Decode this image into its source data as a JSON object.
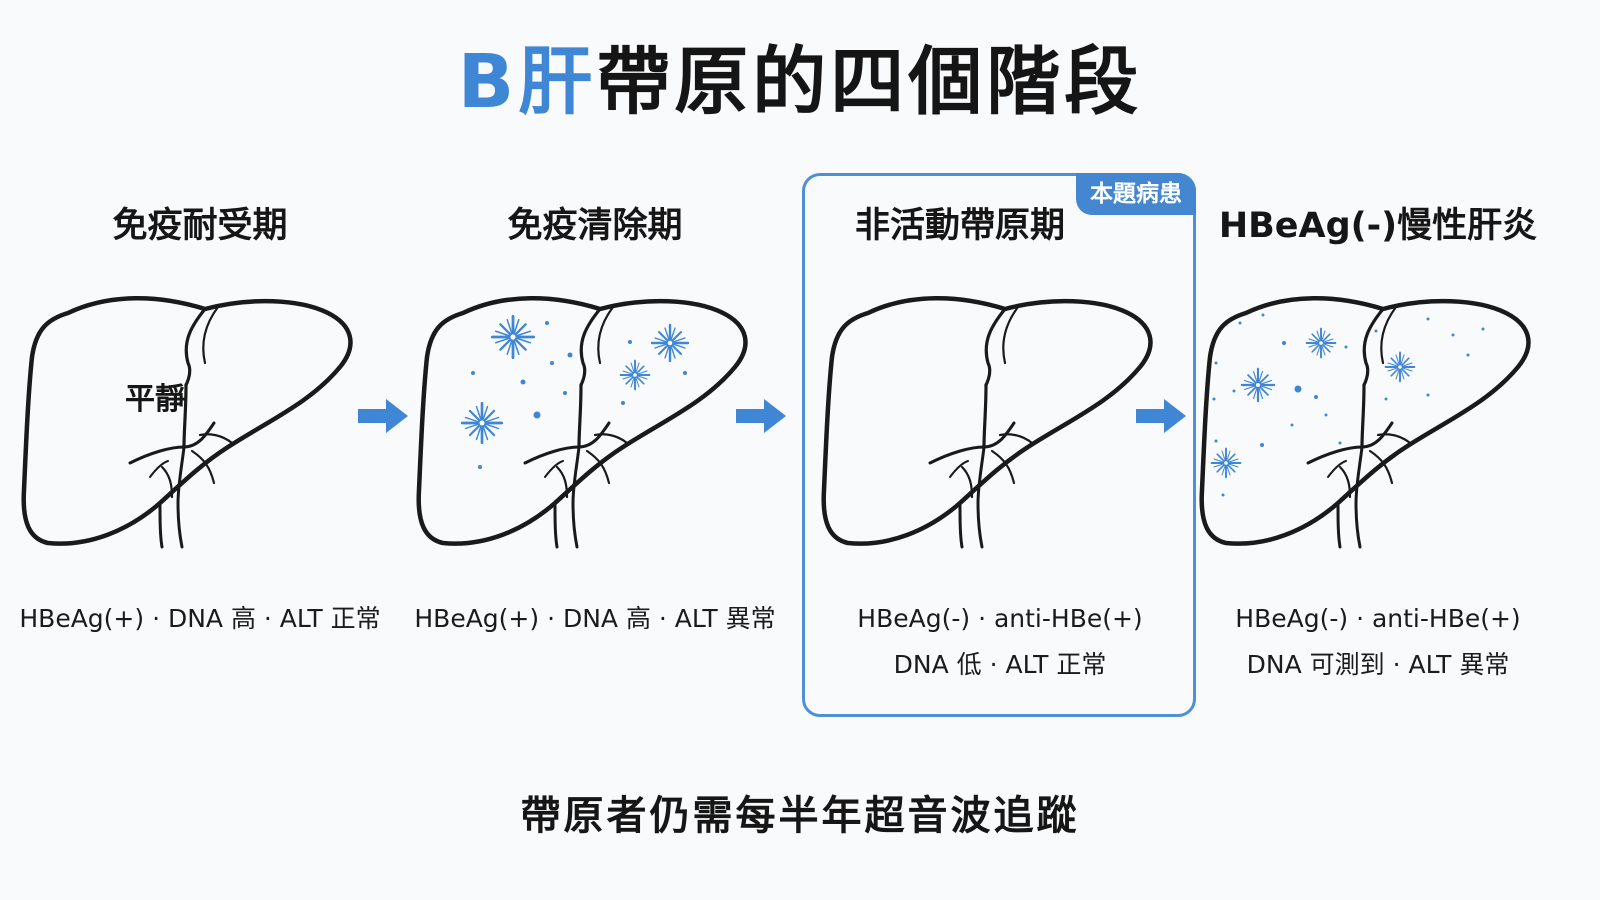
{
  "title": {
    "accent": "B肝",
    "rest": "帶原的四個階段"
  },
  "highlight_badge": "本題病患",
  "stages": [
    {
      "title": "免疫耐受期",
      "liver_label": "平靜",
      "markers": [
        "HBeAg(+) · DNA 高 · ALT 正常"
      ],
      "inflammation": "none"
    },
    {
      "title": "免疫清除期",
      "markers": [
        "HBeAg(+) · DNA 高 · ALT 異常"
      ],
      "inflammation": "active"
    },
    {
      "title": "非活動帶原期",
      "markers": [
        "HBeAg(-) · anti-HBe(+)",
        "DNA 低 · ALT 正常"
      ],
      "inflammation": "none",
      "highlighted": true
    },
    {
      "title": "HBeAg(-)慢性肝炎",
      "markers": [
        "HBeAg(-) · anti-HBe(+)",
        "DNA 可測到 · ALT 異常"
      ],
      "inflammation": "diffuse"
    }
  ],
  "footer": "帶原者仍需每半年超音波追蹤",
  "colors": {
    "accent": "#3f86d4",
    "text": "#161616",
    "background": "#f9fafc",
    "arrow": "#3f86d4",
    "sparkle": "#3f86d4"
  }
}
